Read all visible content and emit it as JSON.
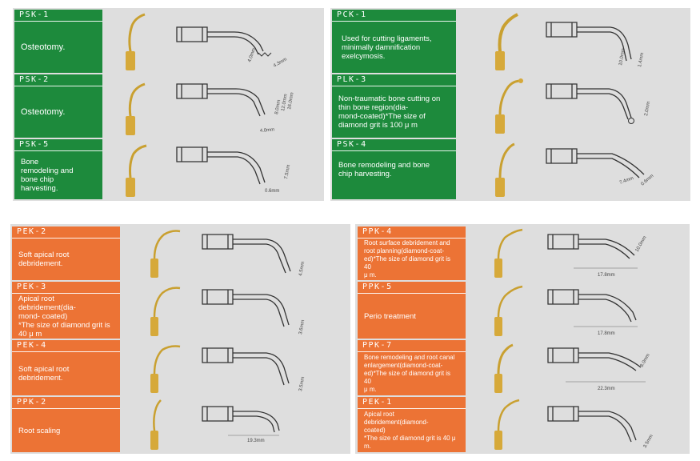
{
  "groups": [
    {
      "name": "green",
      "items": [
        {
          "code": "PSK-1",
          "desc": "Osteotomy."
        },
        {
          "code": "PSK-2",
          "desc": "Osteotomy."
        },
        {
          "code": "PSK-5",
          "desc": "Bone\nremodeling and\nbone chip\nharvesting."
        },
        {
          "code": "PCK-1",
          "desc": "Used for cutting ligaments,\nminimally damnification\nexelcymosis."
        },
        {
          "code": "PLK-3",
          "desc": "Non-traumatic bone cutting on\nthin bone region(dia-\nmond-coated)*The size of\ndiamond grit is 100 μ m"
        },
        {
          "code": "PSK-4",
          "desc": "Bone remodeling and bone\nchip harvesting."
        }
      ]
    },
    {
      "name": "orange",
      "items": [
        {
          "code": "PEK-2",
          "desc": "Soft apical root\ndebridement."
        },
        {
          "code": "PEK-3",
          "desc": "Apical root debridement(dia-\nmond- coated)\n*The size of diamond grit is\n40 μ m"
        },
        {
          "code": "PEK-4",
          "desc": "Soft apical root\ndebridement."
        },
        {
          "code": "PPK-2",
          "desc": "Root scaling"
        },
        {
          "code": "PPK-4",
          "desc": "Root surface debridement and\nroot planning(diamond-coat-\ned)*The size of diamond grit is 40\nμ m."
        },
        {
          "code": "PPK-5",
          "desc": "Perio treatment"
        },
        {
          "code": "PPK-7",
          "desc": "Bone remodeling and root canal\nenlargement(diamond-coat-\ned)*The size of diamond grit is 40\nμ m."
        },
        {
          "code": "PEK-1",
          "desc": "Apical root debridement(diamond-\ncoated)\n*The size of diamond grit is 40 μ\nm."
        }
      ]
    }
  ],
  "dims": {
    "PSK-1": [
      "4.0mm",
      "4.3mm"
    ],
    "PSK-2": [
      "16.0mm",
      "12.0mm",
      "8.0mm",
      "4.0mm"
    ],
    "PSK-5": [
      "7.5mm",
      "0.6mm"
    ],
    "PCK-1": [
      "10.0mm",
      "1.4mm"
    ],
    "PLK-3": [
      "2.0mm"
    ],
    "PSK-4": [
      "7.4mm",
      "0.6mm"
    ],
    "PEK-2": [
      "4.5mm"
    ],
    "PEK-3": [
      "3.6mm"
    ],
    "PEK-4": [
      "3.5mm"
    ],
    "PPK-2": [
      "19.3mm"
    ],
    "PPK-4": [
      "10.0mm",
      "17.8mm"
    ],
    "PPK-5": [
      "17.8mm"
    ],
    "PPK-7": [
      "8.0mm",
      "22.3mm"
    ],
    "PEK-1": [
      "3.5mm"
    ]
  }
}
